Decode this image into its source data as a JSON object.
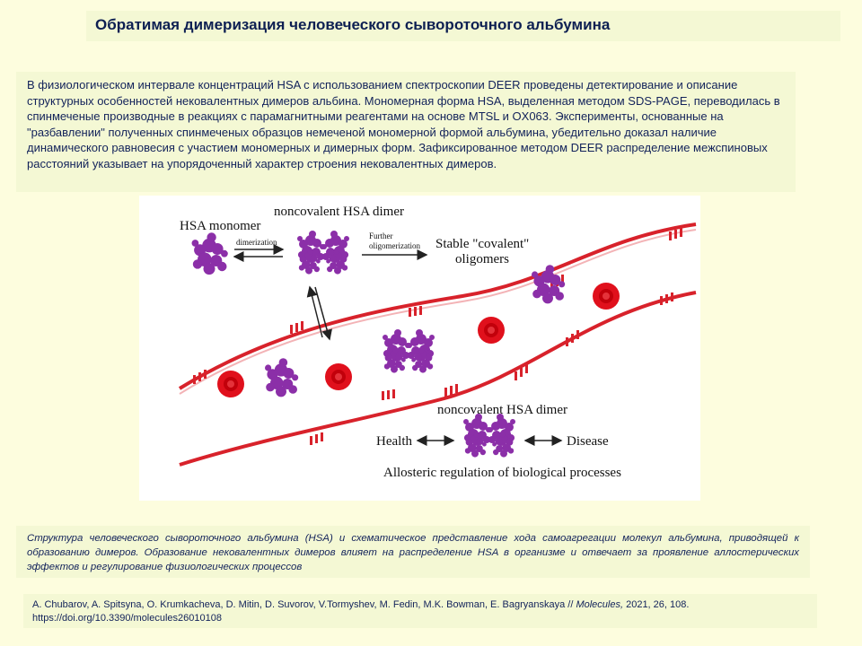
{
  "title": "Обратимая димеризация человеческого сывороточного альбумина",
  "abstract": "В физиологическом интервале концентраций HSA с использованием спектроскопии DEER проведены детектирование и описание структурных особенностей нековалентных димеров альбина. Мономерная форма HSA, выделенная методом SDS-PAGE, переводилась в спинмеченые производные в реакциях с парамагнитными реагентами на основе MTSL и OX063. Эксперименты, основанные на \"разбавлении\" полученных спинмеченых образцов немеченой мономерной формой альбумина, убедительно доказал наличие динамического равновесия с участием мономерных и димерных форм. Зафиксированное  методом DEER распределение межспиновых расстояний указывает на упорядоченный характер строения нековалентных димеров.",
  "figure": {
    "label_monomer": "HSA monomer",
    "label_dimer_top": "noncovalent HSA dimer",
    "label_dimerization": "dimerization",
    "label_further_1": "Further",
    "label_further_2": "oligomerization",
    "label_stable_1": "Stable \"covalent\"",
    "label_stable_2": "oligomers",
    "label_dimer_bottom": "noncovalent HSA dimer",
    "label_health": "Health",
    "label_disease": "Disease",
    "label_allosteric": "Allosteric regulation of biological processes",
    "colors": {
      "protein": "#8b2fa8",
      "vessel": "#d8222b",
      "cell": "#e0101c"
    },
    "icons": [
      "protein-monomer-icon",
      "protein-dimer-icon",
      "red-blood-cell-icon",
      "vessel-wall-icon"
    ]
  },
  "caption": "Структура человеческого сывороточного альбумина (HSA) и схематическое представление хода самоагрегации молекул альбумина, приводящей к образованию димеров. Образование нековалентных димеров влияет на распределение HSA в организме и отвечает за проявление аллостерических эффектов и регулирование физиологических процессов",
  "reference": {
    "authors": "A. Chubarov, A. Spitsyna, O. Krumkacheva, D. Mitin, D. Suvorov, V.Tormyshev, M. Fedin, M.K. Bowman, E. Bagryanskaya",
    "separator": " // ",
    "journal": "Molecules,",
    "details": " 2021, 26, 108.",
    "doi": "https://doi.org/10.3390/molecules26010108"
  }
}
